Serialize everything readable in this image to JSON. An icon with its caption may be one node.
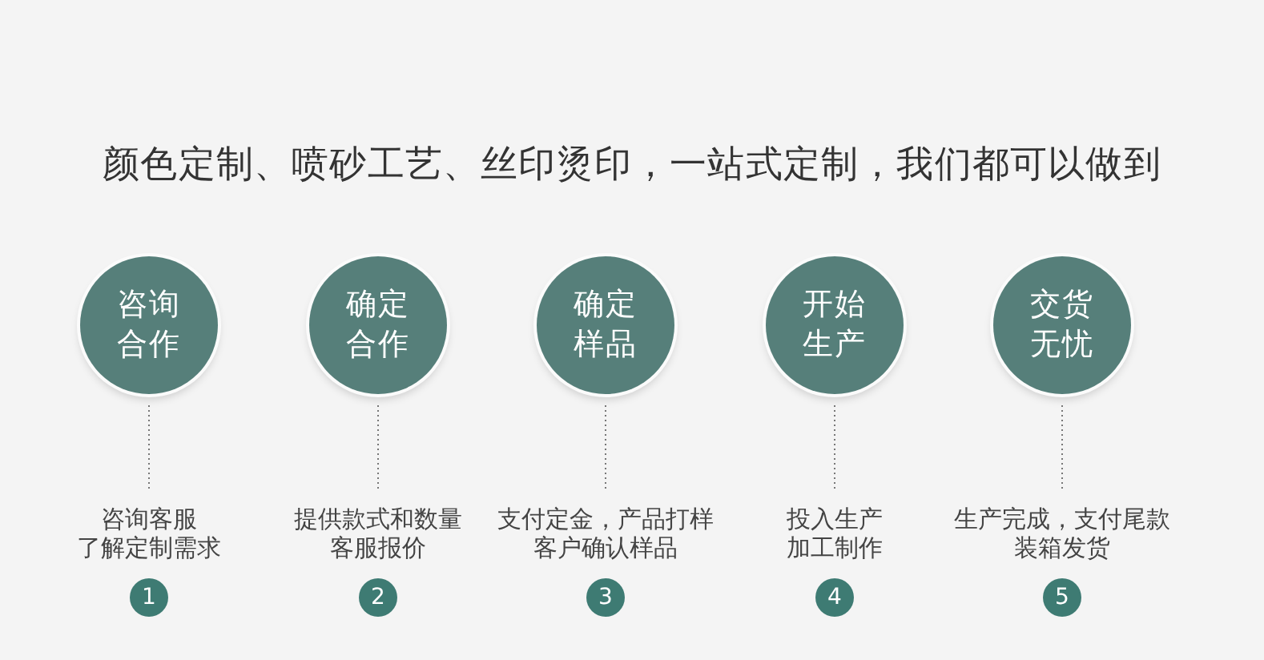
{
  "diagram": {
    "title": "颜色定制、喷砂工艺、丝印烫印，一站式定制，我们都可以做到",
    "nodes": [
      {
        "text": [
          "咨询合作"
        ]
      },
      {
        "text": [
          "确定合作"
        ]
      },
      {
        "text": [
          "确定样品"
        ]
      },
      {
        "text": [
          "开始生产"
        ]
      },
      {
        "text": [
          "交货无忧"
        ]
      },
      {
        "text": [
          "咨询客服了解定制需求"
        ]
      },
      {
        "text": [
          "提供款式和数量客服报价"
        ]
      },
      {
        "text": [
          "支付定金，产品打样客户确认样品"
        ]
      },
      {
        "text": [
          "投入生产加工制作"
        ]
      },
      {
        "text": [
          "生产完成，支付尾款装箱发货"
        ]
      },
      {
        "text": [
          "1"
        ]
      },
      {
        "text": [
          "2"
        ]
      },
      {
        "text": [
          "3"
        ]
      },
      {
        "text": [
          "4"
        ]
      },
      {
        "text": [
          "5"
        ]
      }
    ],
    "edges": [
      {
        "from": 0,
        "to": 5,
        "arrow": "none",
        "style": "dashed"
      },
      {
        "from": 1,
        "to": 6,
        "arrow": "none",
        "style": "dashed"
      },
      {
        "from": 2,
        "to": 7,
        "arrow": "none",
        "style": "dashed"
      },
      {
        "from": 3,
        "to": 8,
        "arrow": "none",
        "style": "dashed"
      },
      {
        "from": 4,
        "to": 9,
        "arrow": "none",
        "style": "dashed"
      }
    ]
  }
}
